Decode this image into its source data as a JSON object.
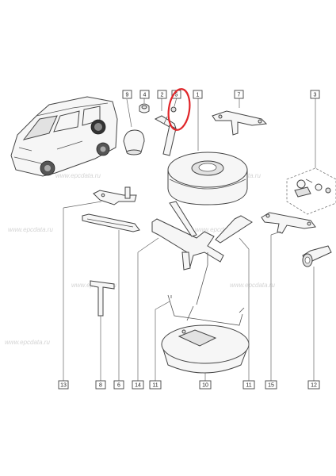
{
  "watermark": "www.epcdata.ru",
  "colors": {
    "highlight": "#e0262a",
    "line": "#444444",
    "watermark": "#d4d4d4"
  },
  "highlighted_callout": "5",
  "callouts": {
    "c1": "1",
    "c2": "2",
    "c3": "3",
    "c4": "4",
    "c5": "5",
    "c6": "6",
    "c7": "7",
    "c8": "8",
    "c9": "9",
    "c10": "10",
    "c11a": "11",
    "c11b": "11",
    "c12": "12",
    "c13": "13",
    "c14": "14",
    "c15": "15"
  }
}
